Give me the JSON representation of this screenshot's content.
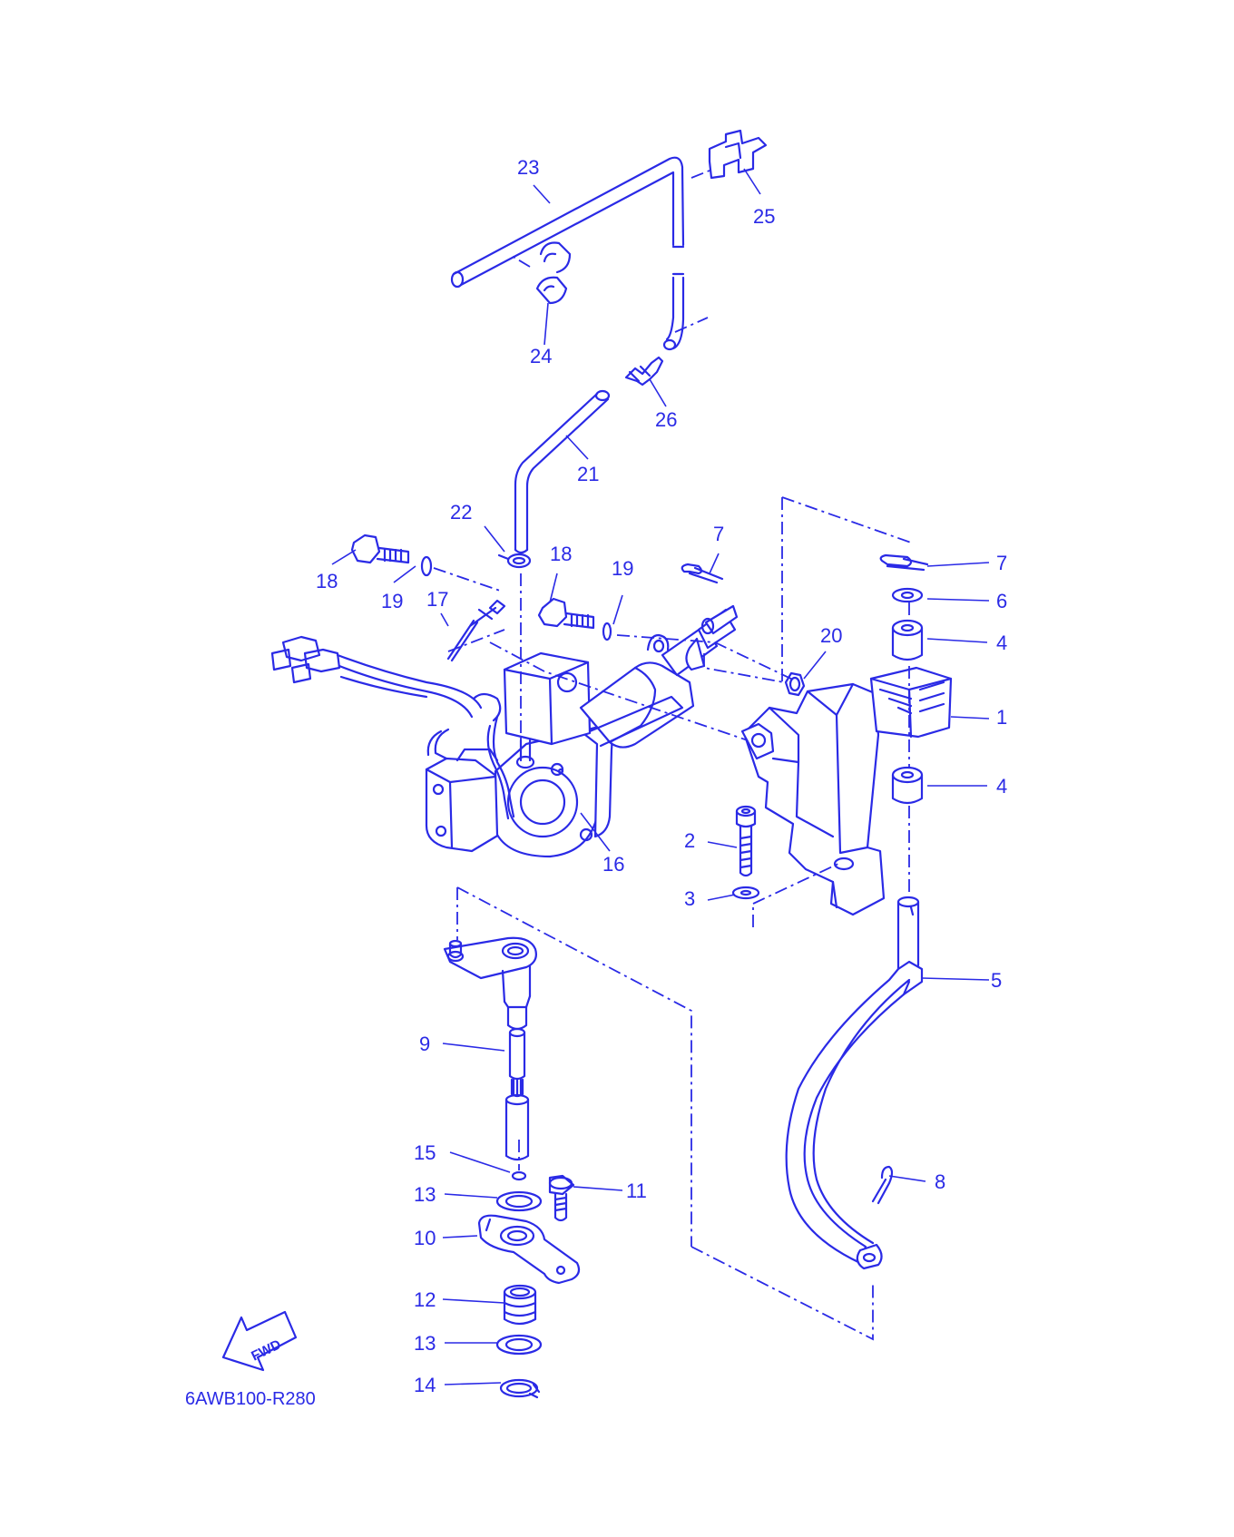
{
  "diagram_code": "6AWB100-R280",
  "fwd_label": "FWD",
  "colors": {
    "line": "#2a2ae6",
    "background": "#ffffff"
  },
  "callouts": {
    "c1": "1",
    "c2": "2",
    "c3": "3",
    "c4a": "4",
    "c4b": "4",
    "c5": "5",
    "c6": "6",
    "c7a": "7",
    "c7b": "7",
    "c8": "8",
    "c9": "9",
    "c10": "10",
    "c11": "11",
    "c12": "12",
    "c13a": "13",
    "c13b": "13",
    "c14": "14",
    "c15": "15",
    "c16": "16",
    "c17": "17",
    "c18a": "18",
    "c18b": "18",
    "c19a": "19",
    "c19b": "19",
    "c20": "20",
    "c21": "21",
    "c22": "22",
    "c23": "23",
    "c24": "24",
    "c25": "25",
    "c26": "26"
  }
}
